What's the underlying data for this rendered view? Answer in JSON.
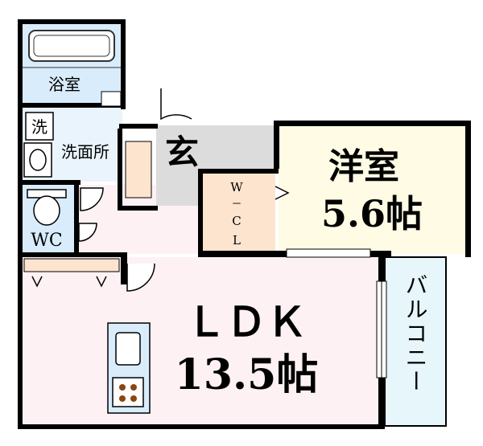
{
  "rooms": {
    "bath": "浴室",
    "wash_mark": "洗",
    "washroom": "洗面所",
    "wc": "WC",
    "entrance": "玄",
    "wcl_top": "W",
    "wcl_dash": "－",
    "wcl_c": "C",
    "wcl_l": "L",
    "western_name": "洋室",
    "western_size": "5.6帖",
    "ldk_name": "ＬＤＫ",
    "ldk_size": "13.5帖",
    "balcony": "バルコニー"
  },
  "colors": {
    "wall": "#000000",
    "bath_fill": "#d9ecfb",
    "washroom_fill": "#eaf4fc",
    "wc_fill": "#d9ecfb",
    "entrance_fill": "#dcdcdc",
    "western_fill": "#fffbe4",
    "ldk_fill": "#fdf1f4",
    "closet_fill": "#fce4cf",
    "balcony_fill": "#e6f6fb"
  }
}
